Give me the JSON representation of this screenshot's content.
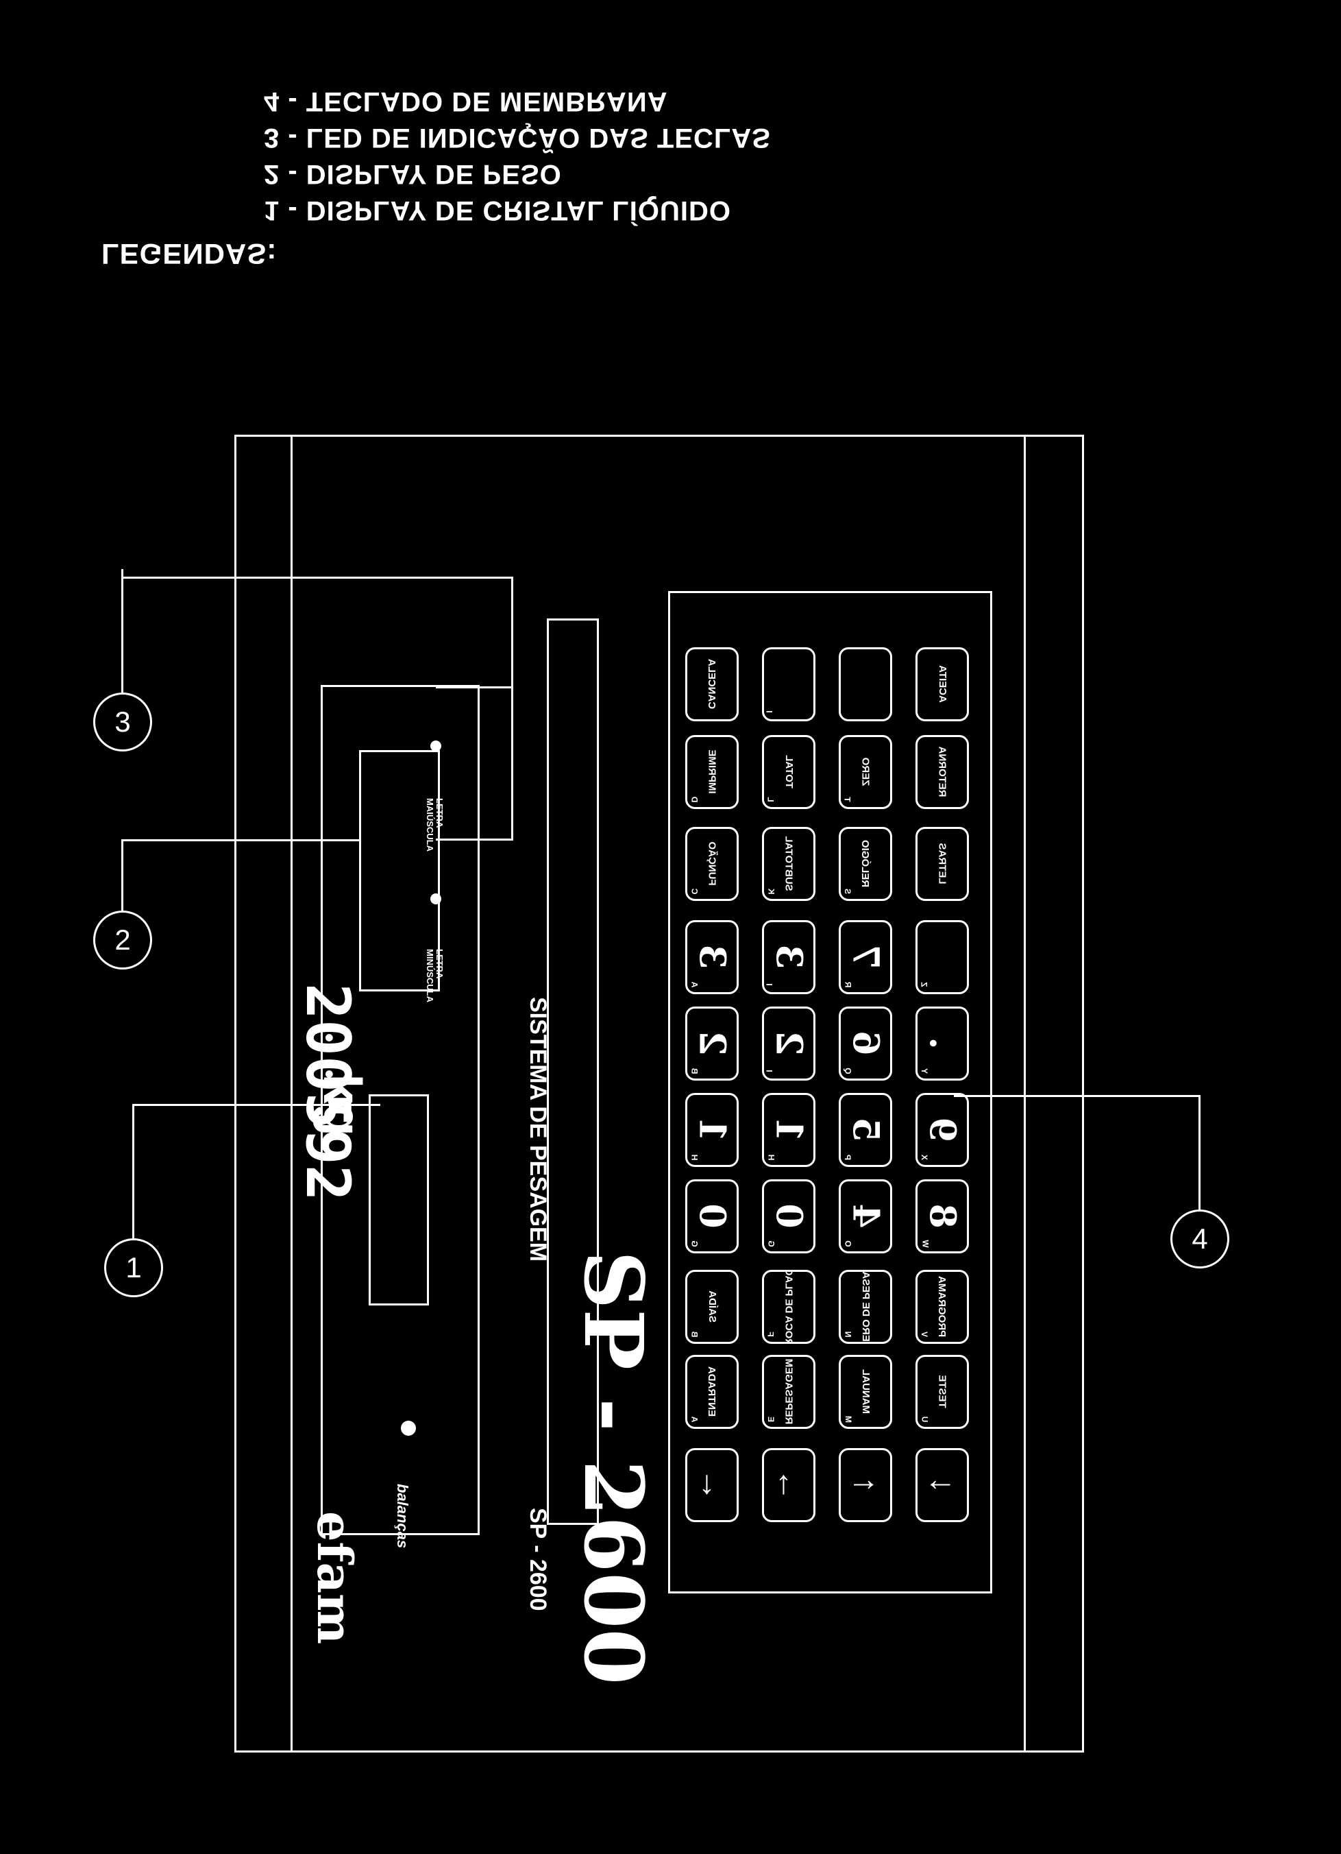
{
  "legend": {
    "title": "LEGENDAS:",
    "items": [
      "1 - DISPLAY DE CRISTAL LÍQUIDO",
      "2 - DISPLAY DE PESO",
      "3 - LED DE INDICAÇÃO DAS TECLAS",
      "4 - TECLADO DE MEMBRANA"
    ]
  },
  "callouts": [
    "1",
    "2",
    "3",
    "4"
  ],
  "device": {
    "brand": "efam",
    "brand_sub": "balanças",
    "model_strip": "SP - 2600",
    "system_strip": "SISTEMA DE PESAGEM",
    "model_big": "SP - 2600",
    "weight_value": "200592",
    "weight_unit": "kg",
    "led_left": [
      "LETRA",
      "MINÚSCULA"
    ],
    "led_right": [
      "LETRA",
      "MAIÚSCULA"
    ]
  },
  "keypad": {
    "rows": [
      [
        {
          "label": "CANCELA",
          "sub": ""
        },
        {
          "label": "IMPRIME",
          "sub": "D"
        },
        {
          "label": "FUNÇÃO",
          "sub": "C"
        },
        {
          "label": "3",
          "sub": "A"
        },
        {
          "label": "2",
          "sub": "B"
        },
        {
          "label": "1",
          "sub": "H"
        },
        {
          "label": "0",
          "sub": "G"
        },
        {
          "label": "SAÍDA",
          "sub": "B"
        },
        {
          "label": "ENTRADA",
          "sub": "A"
        },
        {
          "label": "←",
          "sub": ""
        }
      ],
      [
        {
          "label": "",
          "sub": "I"
        },
        {
          "label": "TOTAL",
          "sub": "L"
        },
        {
          "label": "SUBTOTAL",
          "sub": "K"
        },
        {
          "label": "3",
          "sub": "I"
        },
        {
          "label": "2",
          "sub": "I"
        },
        {
          "label": "1",
          "sub": "H"
        },
        {
          "label": "0",
          "sub": "G"
        },
        {
          "label": "TROCA DE PLACA",
          "sub": "F"
        },
        {
          "label": "REPESAGEM",
          "sub": "E"
        },
        {
          "label": "→",
          "sub": ""
        }
      ],
      [
        {
          "label": "",
          "sub": ""
        },
        {
          "label": "ZERO",
          "sub": "T"
        },
        {
          "label": "RELÓGIO",
          "sub": "S"
        },
        {
          "label": "7",
          "sub": "R"
        },
        {
          "label": "6",
          "sub": "Q"
        },
        {
          "label": "5",
          "sub": "P"
        },
        {
          "label": "4",
          "sub": "O"
        },
        {
          "label": "NÚMERO DE PESAGEM",
          "sub": "N"
        },
        {
          "label": "MANUAL",
          "sub": "M"
        },
        {
          "label": "↑",
          "sub": ""
        }
      ],
      [
        {
          "label": "ACEITA",
          "sub": ""
        },
        {
          "label": "RETORNA",
          "sub": ""
        },
        {
          "label": "LETRAS",
          "sub": ""
        },
        {
          "label": "",
          "sub": "Z"
        },
        {
          "label": ".",
          "sub": "Y"
        },
        {
          "label": "9",
          "sub": "X"
        },
        {
          "label": "8",
          "sub": "W"
        },
        {
          "label": "PROGRAMA",
          "sub": "V"
        },
        {
          "label": "TESTE",
          "sub": "U"
        },
        {
          "label": "↓",
          "sub": ""
        }
      ]
    ]
  }
}
